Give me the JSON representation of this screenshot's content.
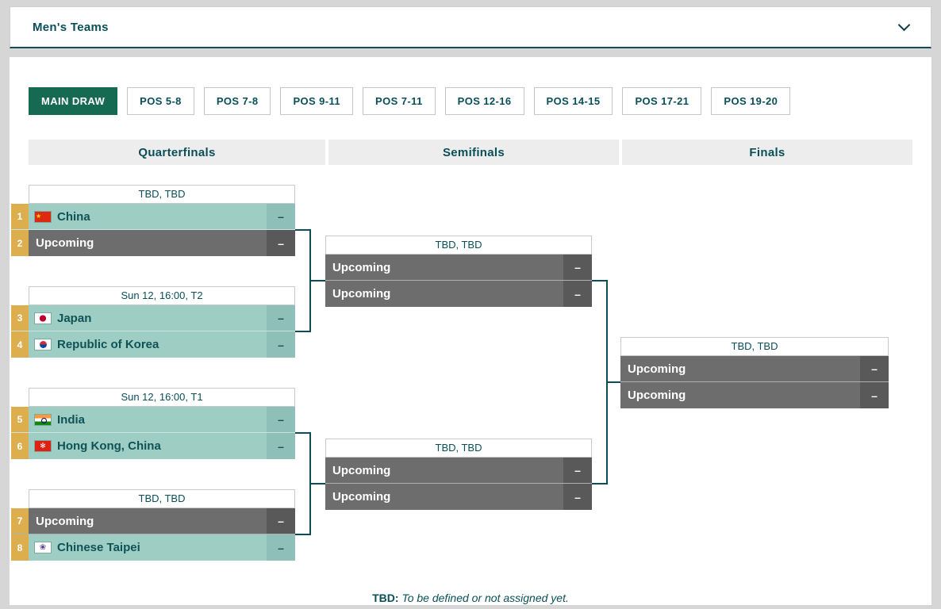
{
  "selector": {
    "value": "Men's Teams"
  },
  "tabs": [
    {
      "label": "MAIN DRAW",
      "active": true
    },
    {
      "label": "POS 5-8"
    },
    {
      "label": "POS 7-8"
    },
    {
      "label": "POS 9-11"
    },
    {
      "label": "POS 7-11"
    },
    {
      "label": "POS 12-16"
    },
    {
      "label": "POS 14-15"
    },
    {
      "label": "POS 17-21"
    },
    {
      "label": "POS 19-20"
    }
  ],
  "round_headers": {
    "quarterfinals": "Quarterfinals",
    "semifinals": "Semifinals",
    "finals": "Finals"
  },
  "matches": {
    "qf1": {
      "title": "TBD, TBD",
      "a": {
        "seed": "1",
        "flag": "china",
        "name": "China",
        "score": "–",
        "state": "team"
      },
      "b": {
        "seed": "2",
        "name": "Upcoming",
        "score": "–",
        "state": "upcoming"
      }
    },
    "qf2": {
      "title": "Sun 12, 16:00, T2",
      "a": {
        "seed": "3",
        "flag": "japan",
        "name": "Japan",
        "score": "–",
        "state": "team"
      },
      "b": {
        "seed": "4",
        "flag": "korea",
        "name": "Republic of Korea",
        "score": "–",
        "state": "team"
      }
    },
    "qf3": {
      "title": "Sun 12, 16:00, T1",
      "a": {
        "seed": "5",
        "flag": "india",
        "name": "India",
        "score": "–",
        "state": "team"
      },
      "b": {
        "seed": "6",
        "flag": "hongkong",
        "name": "Hong Kong, China",
        "score": "–",
        "state": "team"
      }
    },
    "qf4": {
      "title": "TBD, TBD",
      "a": {
        "seed": "7",
        "name": "Upcoming",
        "score": "–",
        "state": "upcoming"
      },
      "b": {
        "seed": "8",
        "flag": "taipei",
        "name": "Chinese Taipei",
        "score": "–",
        "state": "team"
      }
    },
    "sf1": {
      "title": "TBD, TBD",
      "a": {
        "name": "Upcoming",
        "score": "–",
        "state": "upcoming"
      },
      "b": {
        "name": "Upcoming",
        "score": "–",
        "state": "upcoming"
      }
    },
    "sf2": {
      "title": "TBD, TBD",
      "a": {
        "name": "Upcoming",
        "score": "–",
        "state": "upcoming"
      },
      "b": {
        "name": "Upcoming",
        "score": "–",
        "state": "upcoming"
      }
    },
    "final": {
      "title": "TBD, TBD",
      "a": {
        "name": "Upcoming",
        "score": "–",
        "state": "upcoming"
      },
      "b": {
        "name": "Upcoming",
        "score": "–",
        "state": "upcoming"
      }
    }
  },
  "footer": {
    "label": "TBD:",
    "text": "To be defined or not assigned yet."
  },
  "colors": {
    "accent": "#0a4f58",
    "active_tab": "#176a52",
    "seed_badge": "#ddae4e",
    "team_row": "#9ecdc4",
    "upcoming_row": "#6d6d6d",
    "connector": "#0d4d55"
  }
}
